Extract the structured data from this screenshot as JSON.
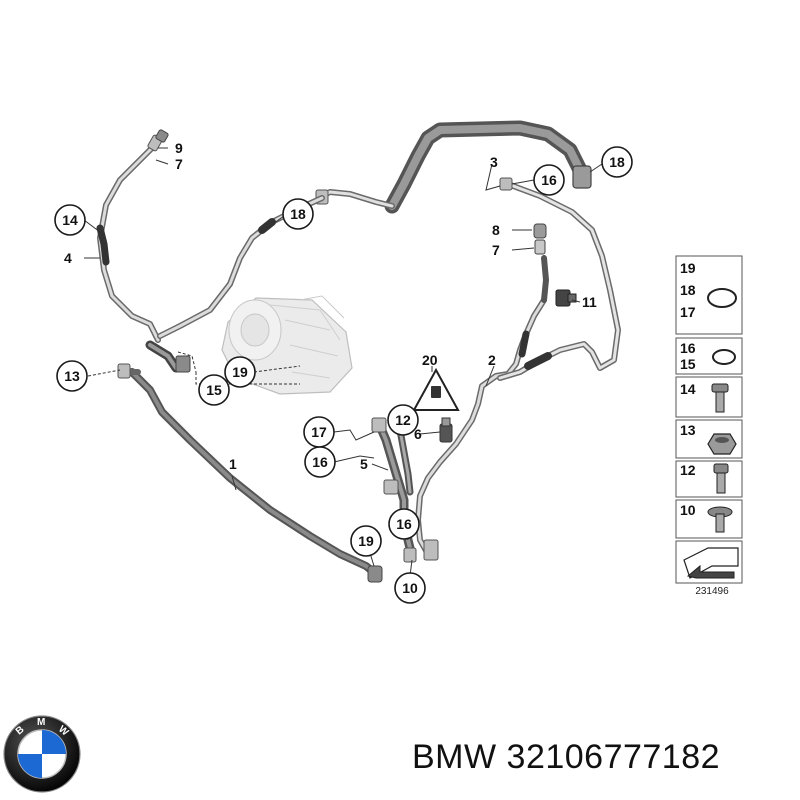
{
  "callouts": {
    "c9": "9",
    "c7a": "7",
    "c14": "14",
    "c4": "4",
    "c18a": "18",
    "c3": "3",
    "c18b": "18",
    "c16a": "16",
    "c8": "8",
    "c7b": "7",
    "c11": "11",
    "c13": "13",
    "c19a": "19",
    "c15": "15",
    "c20": "20",
    "c2": "2",
    "c17": "17",
    "c12": "12",
    "c6": "6",
    "c16b": "16",
    "c5": "5",
    "c1": "1",
    "c19b": "19",
    "c16c": "16",
    "c10": "10"
  },
  "legend": {
    "r1": [
      "19",
      "18",
      "17"
    ],
    "r2": [
      "16",
      "15"
    ],
    "r3": "14",
    "r4": "13",
    "r5": "12",
    "r6": "10"
  },
  "figure_number": "231496",
  "brand": {
    "label": "BMW 32106777182",
    "logo_letters": [
      "B",
      "M",
      "W"
    ]
  },
  "colors": {
    "pipe_outer": "#6e6e6e",
    "pipe_inner": "#bdbdbd",
    "hose": "#5a5a5a",
    "compressor": "#d9d9d9"
  }
}
